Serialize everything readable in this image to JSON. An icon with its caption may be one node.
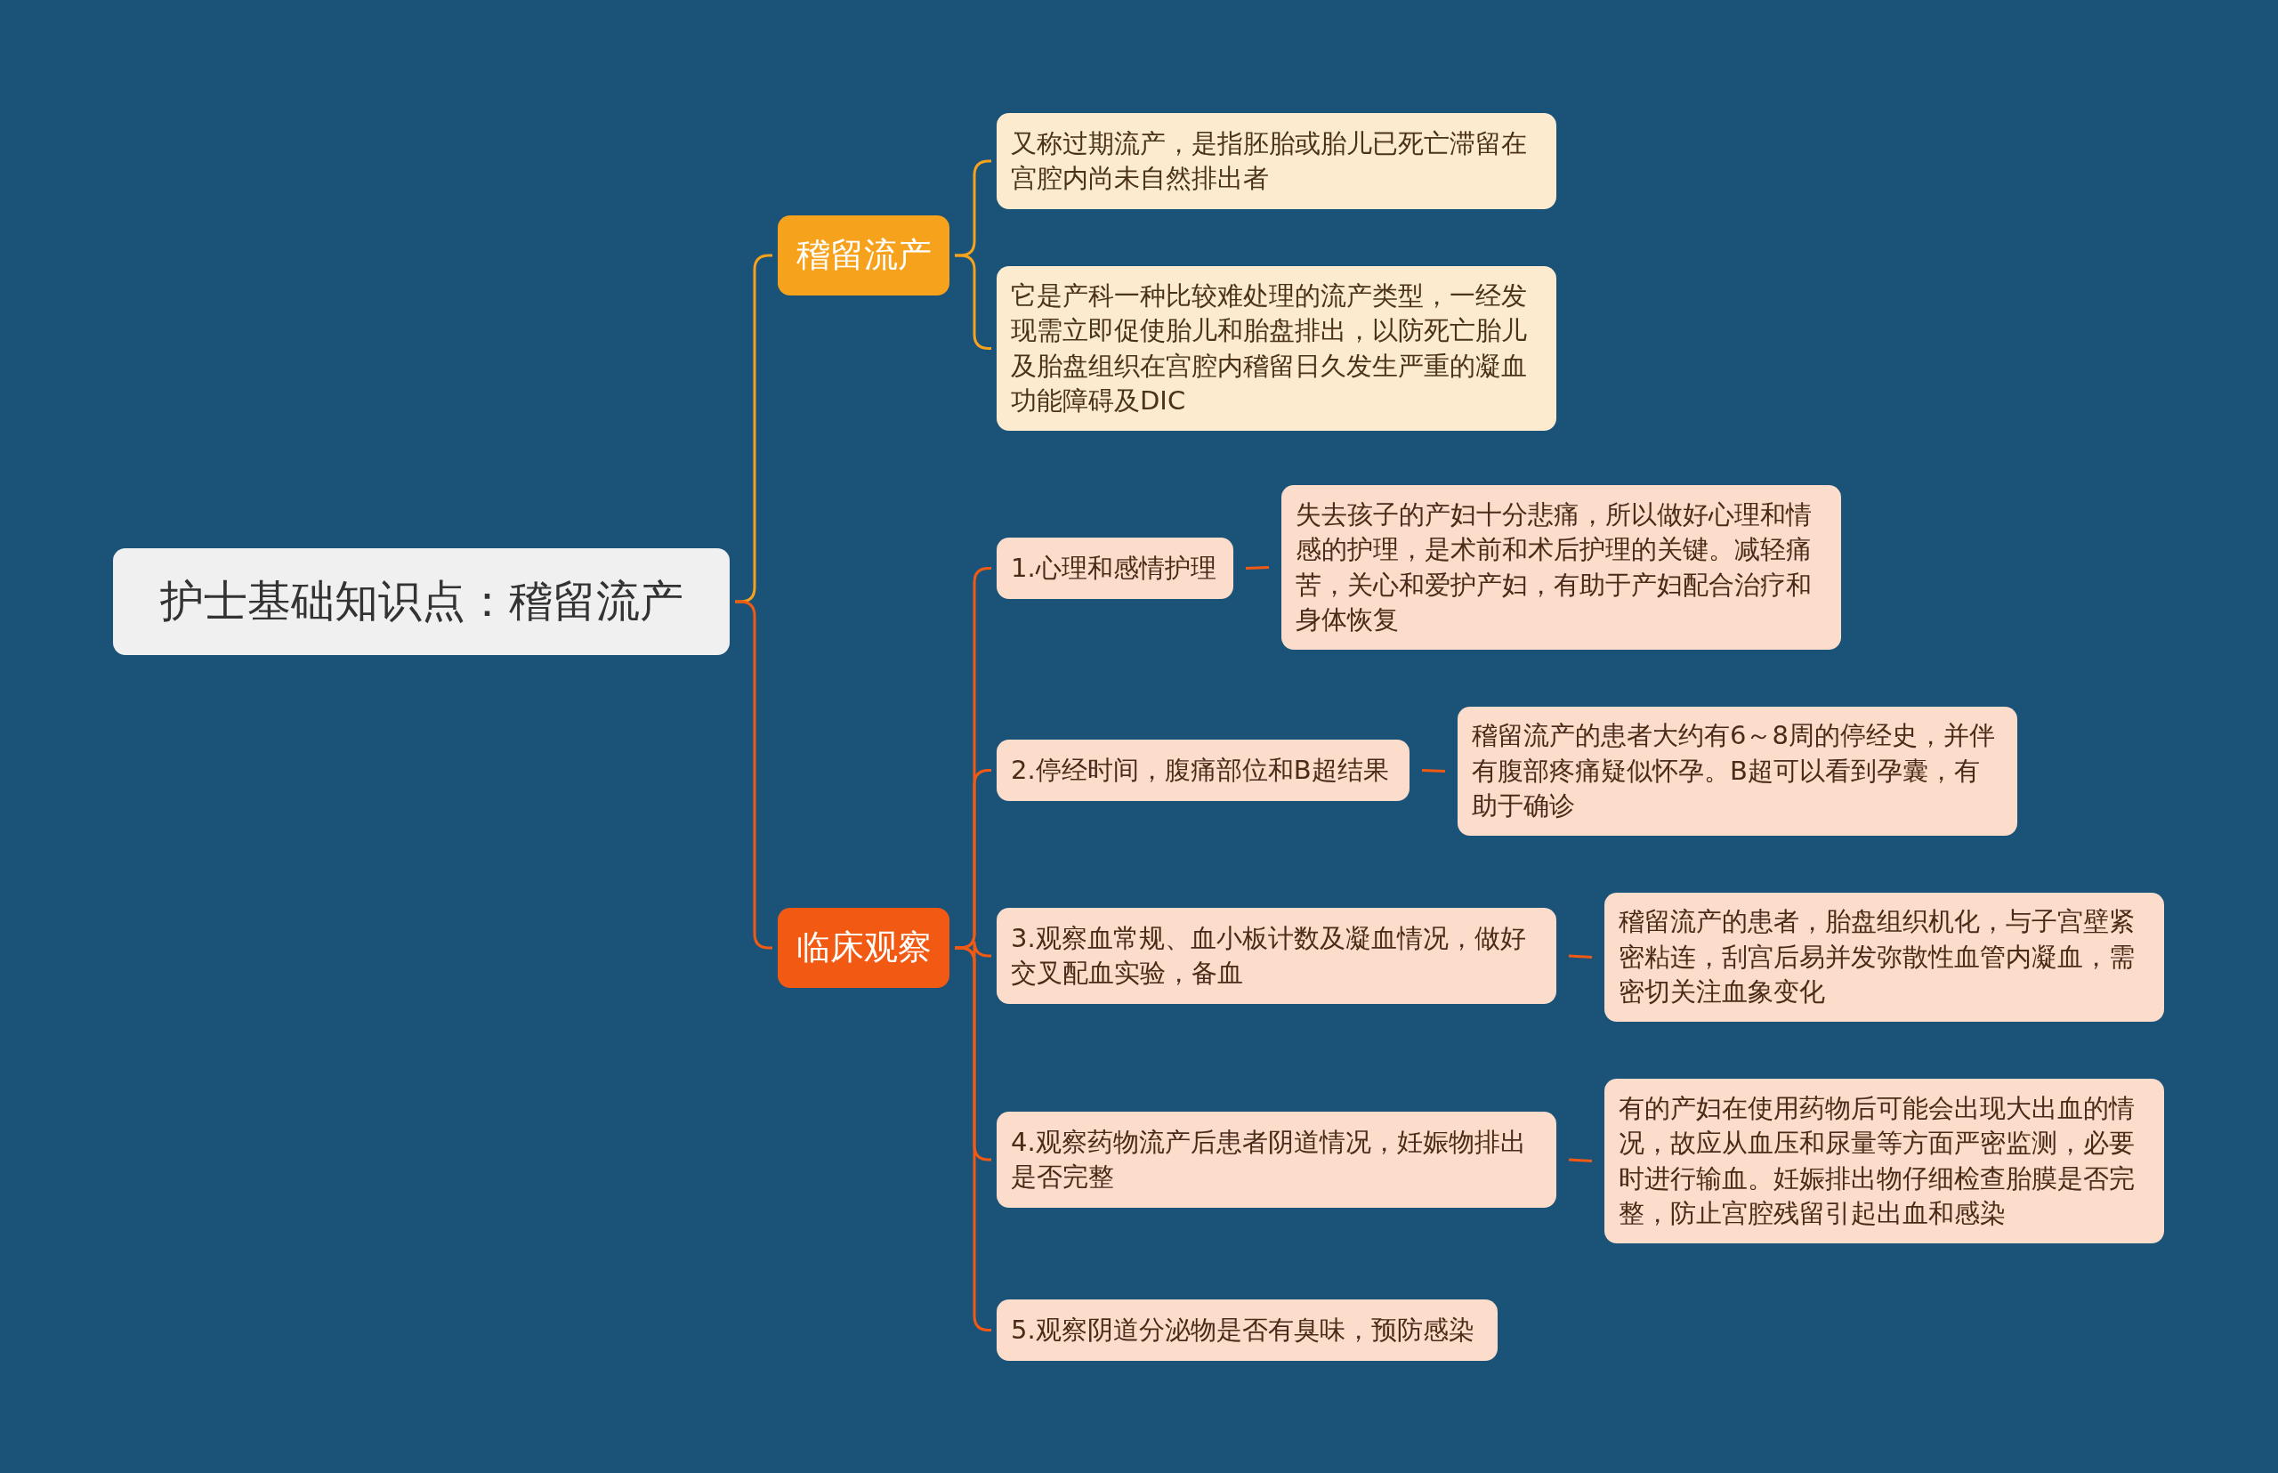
{
  "diagram": {
    "nodes": [
      {
        "text": [
          "护士基础知识点：稽留流产"
        ]
      },
      {
        "text": [
          "稽留流产"
        ]
      },
      {
        "text": [
          "又称过期流产，是指胚胎或胎儿已死亡滞留在宫腔内尚未自然排出者"
        ]
      },
      {
        "text": [
          "它是产科一种比较难处理的流产类型，一经发现需立即促使胎儿和胎盘排出，以防死亡胎儿及胎盘组织在宫腔内稽留日久发生严重的凝血功能障碍及DIC"
        ]
      },
      {
        "text": [
          "临床观察"
        ]
      },
      {
        "text": [
          "1.心理和感情护理"
        ]
      },
      {
        "text": [
          "失去孩子的产妇十分悲痛，所以做好心理和情感的护理，是术前和术后护理的关键。减轻痛苦，关心和爱护产妇，有助于产妇配合治疗和身体恢复"
        ]
      },
      {
        "text": [
          "2.停经时间，腹痛部位和B超结果"
        ]
      },
      {
        "text": [
          "稽留流产的患者大约有6～8周的停经史，并伴有腹部疼痛疑似怀孕。B超可以看到孕囊，有助于确诊"
        ]
      },
      {
        "text": [
          "3.观察血常规、血小板计数及凝血情况，做好交叉配血实验，备血"
        ]
      },
      {
        "text": [
          "稽留流产的患者，胎盘组织机化，与子宫壁紧密粘连，刮宫后易并发弥散性血管内凝血，需密切关注血象变化"
        ]
      },
      {
        "text": [
          "4.观察药物流产后患者阴道情况，妊娠物排出是否完整"
        ]
      },
      {
        "text": [
          "有的产妇在使用药物后可能会出现大出血的情况，故应从血压和尿量等方面严密监测，必要时进行输血。妊娠排出物仔细检查胎膜是否完整，防止宫腔残留引起出血和感染"
        ]
      },
      {
        "text": [
          "5.观察阴道分泌物是否有臭味，预防感染"
        ]
      }
    ],
    "edges": [
      {
        "from": 0,
        "to": 1,
        "arrow": "none",
        "color": "#f6a21c"
      },
      {
        "from": 1,
        "to": 2,
        "arrow": "none",
        "color": "#f6a21c"
      },
      {
        "from": 1,
        "to": 3,
        "arrow": "none",
        "color": "#f6a21c"
      },
      {
        "from": 0,
        "to": 4,
        "arrow": "none"
      },
      {
        "from": 4,
        "to": 5,
        "arrow": "none"
      },
      {
        "from": 4,
        "to": 7,
        "arrow": "none"
      },
      {
        "from": 4,
        "to": 9,
        "arrow": "none"
      },
      {
        "from": 4,
        "to": 11,
        "arrow": "none"
      },
      {
        "from": 4,
        "to": 13,
        "arrow": "none"
      },
      {
        "from": 5,
        "to": 6,
        "arrow": "none"
      },
      {
        "from": 7,
        "to": 8,
        "arrow": "none"
      },
      {
        "from": 9,
        "to": 10,
        "arrow": "none"
      },
      {
        "from": 11,
        "to": 12,
        "arrow": "none"
      }
    ]
  }
}
